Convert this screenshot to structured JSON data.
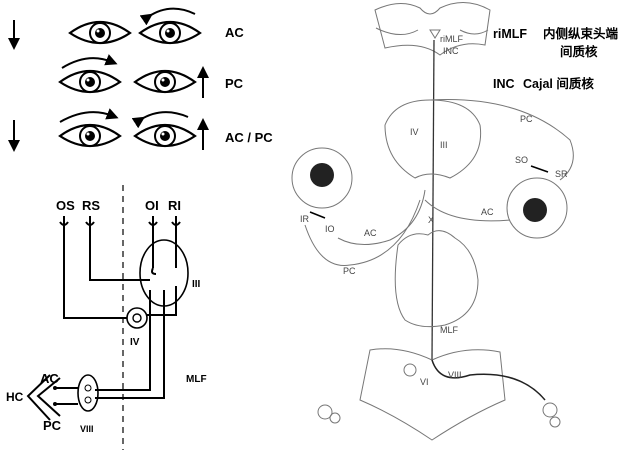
{
  "eye_rows": [
    {
      "label": "AC"
    },
    {
      "label": "PC"
    },
    {
      "label": "AC / PC"
    }
  ],
  "circuit": {
    "muscles": [
      "OS",
      "RS",
      "OI",
      "RI"
    ],
    "nucleus_iii": "III",
    "nucleus_iv": "IV",
    "mlf": "MLF",
    "ac": "AC",
    "pc": "PC",
    "hc": "HC",
    "viii": "VIII"
  },
  "anatomy": {
    "rimlf": "riMLF",
    "inc": "INC",
    "iv": "IV",
    "iii": "III",
    "pc_top": "PC",
    "so": "SO",
    "sr": "SR",
    "ir": "IR",
    "io": "IO",
    "ac_left": "AC",
    "ac_right": "AC",
    "pc_left": "PC",
    "x": "X",
    "mlf": "MLF",
    "viii": "VIII",
    "vi": "VI"
  },
  "legend": {
    "rimlf_term": "riMLF",
    "rimlf_desc_1": "内侧纵束头端",
    "rimlf_desc_2": "间质核",
    "inc_term": "INC",
    "inc_desc": "Cajal 间质核"
  }
}
